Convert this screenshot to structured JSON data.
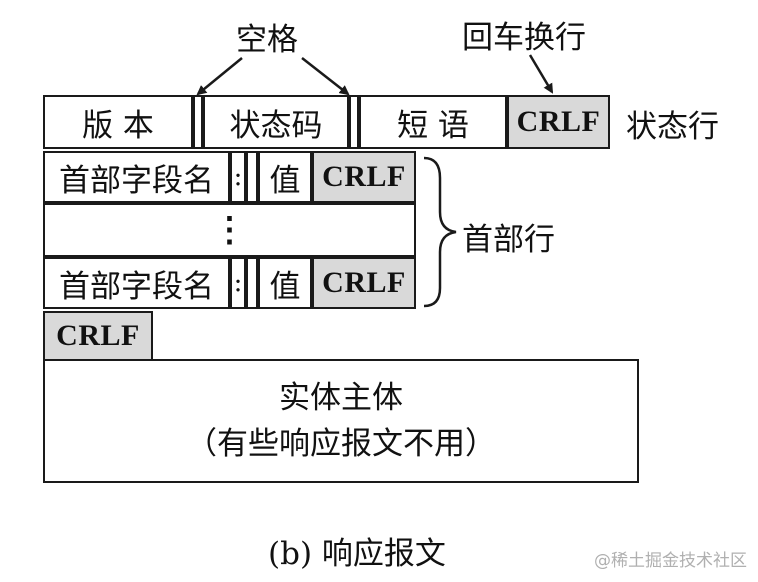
{
  "annotations": {
    "space": "空格",
    "crlf_label": "回车换行"
  },
  "status_line": {
    "version": "版 本",
    "status_code": "状态码",
    "phrase": "短 语",
    "crlf": "CRLF",
    "label": "状态行"
  },
  "header_lines": {
    "rows": [
      {
        "field_name": "首部字段名",
        "colon": ":",
        "value": "值",
        "crlf": "CRLF"
      },
      {
        "field_name": "首部字段名",
        "colon": ":",
        "value": "值",
        "crlf": "CRLF"
      }
    ],
    "ellipsis": "⋮",
    "label": "首部行"
  },
  "blank_line": {
    "crlf": "CRLF"
  },
  "body": {
    "line1": "实体主体",
    "line2": "（有些响应报文不用）"
  },
  "caption": "(b) 响应报文",
  "watermark": "@稀土掘金技术社区",
  "colors": {
    "border": "#1a1a1a",
    "crlf_fill": "#d9d9d9",
    "background": "#ffffff"
  }
}
